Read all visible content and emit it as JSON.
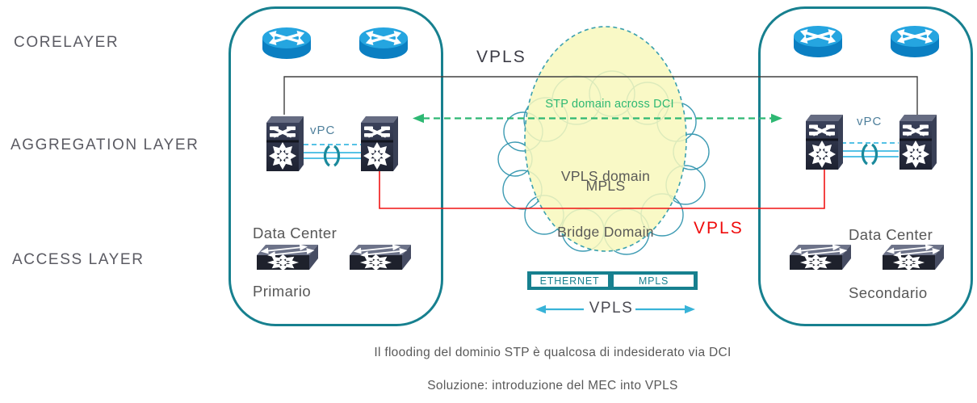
{
  "layers": {
    "core": "CORELAYER",
    "aggregation": "AGGREGATION LAYER",
    "access": "ACCESS LAYER"
  },
  "datacenter_primary": {
    "line1": "Data Center",
    "line2": "Primario",
    "vpc_label": "vPC"
  },
  "datacenter_secondary": {
    "line1": "Data Center",
    "line2": "Secondario",
    "vpc_label": "vPC"
  },
  "vpls": {
    "top_label": "VPLS",
    "red_label": "VPLS",
    "bottom_label": "VPLS"
  },
  "cloud": {
    "stp_note": "STP domain across DCI",
    "line1": "VPLS domain",
    "line2": "Bridge Domain",
    "line3": "MPLS"
  },
  "encapsulation": {
    "ethernet": "ETHERNET",
    "mpls": "MPLS"
  },
  "notes": {
    "line1": "Il flooding del dominio STP è qualcosa di indesiderato via DCI",
    "line2": "Soluzione: introduzione del MEC into VPLS"
  },
  "icons": {
    "router": "router-icon",
    "aggregation_switch": "nexus-switch-icon",
    "access_switch": "access-switch-icon"
  },
  "colors": {
    "teal_border": "#17808F",
    "cloud_stroke": "#3D9BB3",
    "yellow_fill": "#F8F8BC",
    "green": "#2EB873",
    "red": "#F01414",
    "cyan_link": "#56C2E6",
    "vpc_ring": "#1B8A9C",
    "text_gray": "#595959",
    "router_blue": "#25A5E0",
    "switch_dark": "#23283A",
    "black_line": "#404040"
  }
}
